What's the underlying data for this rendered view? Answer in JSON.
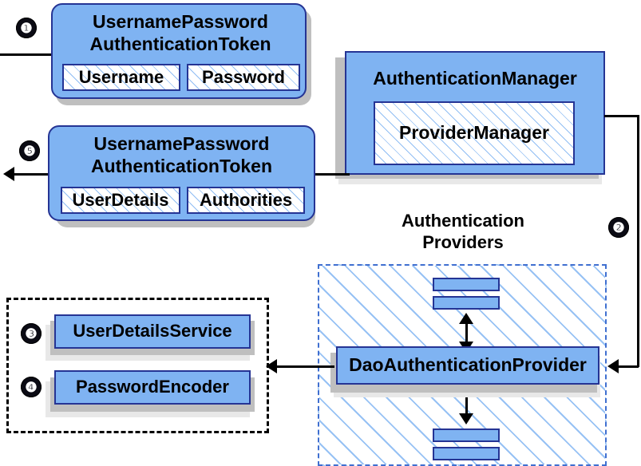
{
  "diagram": {
    "title": "Spring Security Username/Password Authentication Flow",
    "colors": {
      "node_fill": "#7fb3f2",
      "node_border": "#253494",
      "hatch_line": "#7db2f2",
      "provider_border": "#3f6fd0",
      "group_border": "#000000",
      "shadow": "#bfbfbf",
      "connector": "#000000",
      "bullet_bg": "#0b0b14",
      "bullet_fg": "#ffffff"
    },
    "steps": {
      "one": "❶",
      "two": "❷",
      "three": "❸",
      "four": "❹",
      "five": "❺"
    },
    "nodes": {
      "request_token": {
        "title_line1": "UsernamePassword",
        "title_line2": "AuthenticationToken",
        "field_left": "Username",
        "field_right": "Password"
      },
      "response_token": {
        "title_line1": "UsernamePassword",
        "title_line2": "AuthenticationToken",
        "field_left": "UserDetails",
        "field_right": "Authorities"
      },
      "authentication_manager": {
        "title": "AuthenticationManager",
        "inner": "ProviderManager"
      },
      "providers_group": {
        "title_line1": "Authentication",
        "title_line2": "Providers",
        "main_provider": "DaoAuthenticationProvider",
        "other_provider_bars": 4
      },
      "services_group": {
        "user_details_service": "UserDetailsService",
        "password_encoder": "PasswordEncoder"
      }
    }
  }
}
